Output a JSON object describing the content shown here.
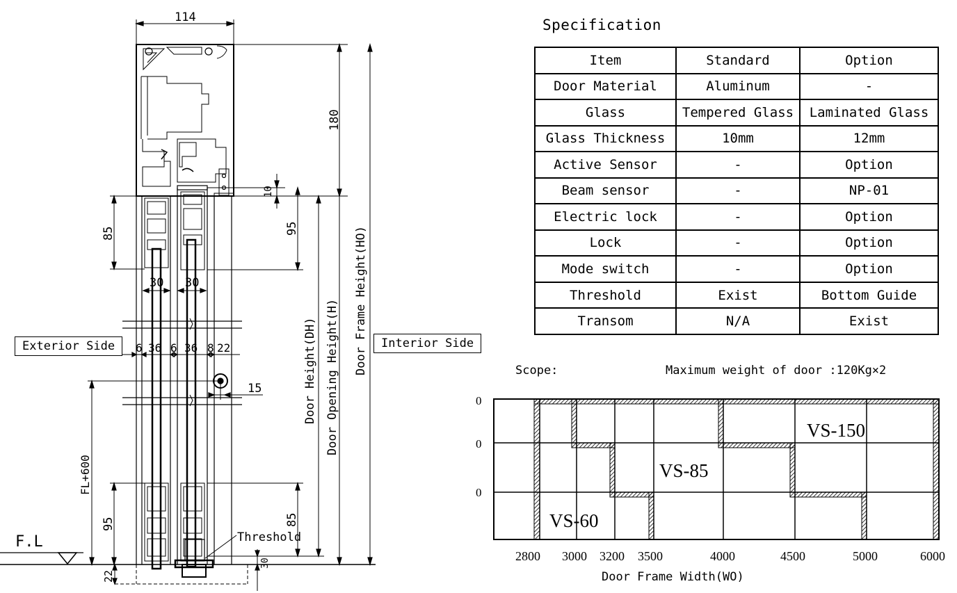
{
  "left_drawing": {
    "dim_top_width": "114",
    "dim_header_height": "180",
    "dim_gap": "10",
    "dim_top_85": "85",
    "dim_top_95": "95",
    "dim_30_left": "30",
    "dim_30_right": "30",
    "dims_thickness": [
      "6",
      "36",
      "6",
      "36",
      "8",
      "22"
    ],
    "dim_15": "15",
    "dim_fl600": "FL+600",
    "dim_bottom_95": "95",
    "dim_bottom_85": "85",
    "dim_22": "22",
    "dim_30_bottom": "30",
    "threshold_label": "Threshold",
    "fl_label": "F.L",
    "exterior_label": "Exterior Side",
    "interior_label": "Interior Side",
    "door_height_label": "Door Height(DH)",
    "door_opening_label": "Door Opening Height(H)",
    "door_frame_label": "Door Frame Height(HO)",
    "colors": {
      "line": "#000000",
      "background": "#ffffff"
    }
  },
  "specification": {
    "title": "Specification",
    "columns": [
      "Item",
      "Standard",
      "Option"
    ],
    "rows": [
      [
        "Door Material",
        "Aluminum",
        "-"
      ],
      [
        "Glass",
        "Tempered Glass",
        "Laminated Glass"
      ],
      [
        "Glass Thickness",
        "10mm",
        "12mm"
      ],
      [
        "Active Sensor",
        "-",
        "Option"
      ],
      [
        "Beam sensor",
        "-",
        "NP-01"
      ],
      [
        "Electric lock",
        "-",
        "Option"
      ],
      [
        "Lock",
        "-",
        "Option"
      ],
      [
        "Mode switch",
        "-",
        "Option"
      ],
      [
        "Threshold",
        "Exist",
        "Bottom Guide"
      ],
      [
        "Transom",
        "N/A",
        "Exist"
      ]
    ]
  },
  "scope": {
    "label": "Scope:",
    "max_weight": "Maximum weight of door :120Kg×2",
    "y_labels": [
      "0",
      "0",
      "0"
    ],
    "x_ticks": [
      "2800",
      "3000",
      "3200",
      "3500",
      "4000",
      "4500",
      "5000",
      "6000"
    ],
    "x_axis_label": "Door Frame Width(WO)",
    "regions": [
      "VS-60",
      "VS-85",
      "VS-150"
    ]
  }
}
